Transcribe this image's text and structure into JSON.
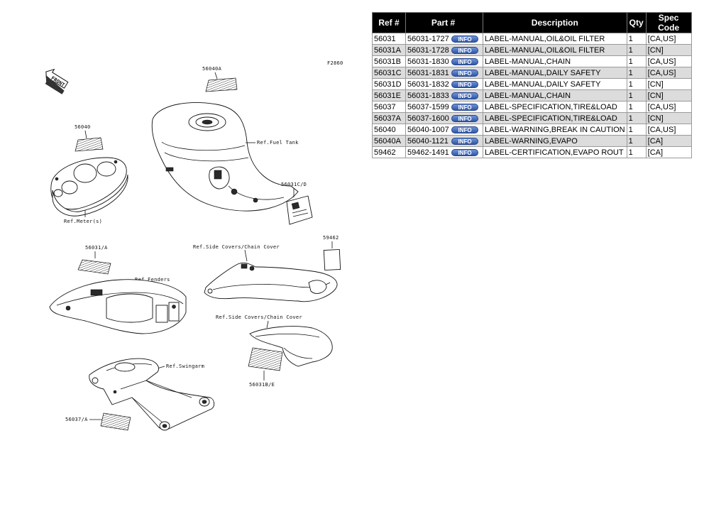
{
  "diagram": {
    "code": "F2860",
    "front_label": "FRONT",
    "labels": {
      "fuel_tank": "Ref.Fuel Tank",
      "meters": "Ref.Meter(s)",
      "side_covers_1": "Ref.Side Covers/Chain Cover",
      "side_covers_2": "Ref.Side Covers/Chain Cover",
      "fenders": "Ref.Fenders",
      "swingarm": "Ref.Swingarm",
      "c56040A": "56040A",
      "c56040": "56040",
      "c56031CD": "56031C/D",
      "c59462": "59462",
      "c56031A": "56031/A",
      "c56031BE": "56031B/E",
      "c56037A": "56037/A"
    }
  },
  "table": {
    "headers": {
      "ref": "Ref #",
      "part": "Part #",
      "desc": "Description",
      "qty": "Qty",
      "spec": "Spec Code"
    },
    "info_label": "INFO",
    "rows": [
      {
        "ref": "56031",
        "part": "56031-1727",
        "desc": "LABEL-MANUAL,OIL&OIL FILTER",
        "qty": "1",
        "spec": "[CA,US]"
      },
      {
        "ref": "56031A",
        "part": "56031-1728",
        "desc": "LABEL-MANUAL,OIL&OIL FILTER",
        "qty": "1",
        "spec": "[CN]"
      },
      {
        "ref": "56031B",
        "part": "56031-1830",
        "desc": "LABEL-MANUAL,CHAIN",
        "qty": "1",
        "spec": "[CA,US]"
      },
      {
        "ref": "56031C",
        "part": "56031-1831",
        "desc": "LABEL-MANUAL,DAILY SAFETY",
        "qty": "1",
        "spec": "[CA,US]"
      },
      {
        "ref": "56031D",
        "part": "56031-1832",
        "desc": "LABEL-MANUAL,DAILY SAFETY",
        "qty": "1",
        "spec": "[CN]"
      },
      {
        "ref": "56031E",
        "part": "56031-1833",
        "desc": "LABEL-MANUAL,CHAIN",
        "qty": "1",
        "spec": "[CN]"
      },
      {
        "ref": "56037",
        "part": "56037-1599",
        "desc": "LABEL-SPECIFICATION,TIRE&LOAD",
        "qty": "1",
        "spec": "[CA,US]"
      },
      {
        "ref": "56037A",
        "part": "56037-1600",
        "desc": "LABEL-SPECIFICATION,TIRE&LOAD",
        "qty": "1",
        "spec": "[CN]"
      },
      {
        "ref": "56040",
        "part": "56040-1007",
        "desc": "LABEL-WARNING,BREAK IN CAUTION",
        "qty": "1",
        "spec": "[CA,US]"
      },
      {
        "ref": "56040A",
        "part": "56040-1121",
        "desc": "LABEL-WARNING,EVAPO",
        "qty": "1",
        "spec": "[CA]"
      },
      {
        "ref": "59462",
        "part": "59462-1491",
        "desc": "LABEL-CERTIFICATION,EVAPO ROUT",
        "qty": "1",
        "spec": "[CA]"
      }
    ]
  }
}
